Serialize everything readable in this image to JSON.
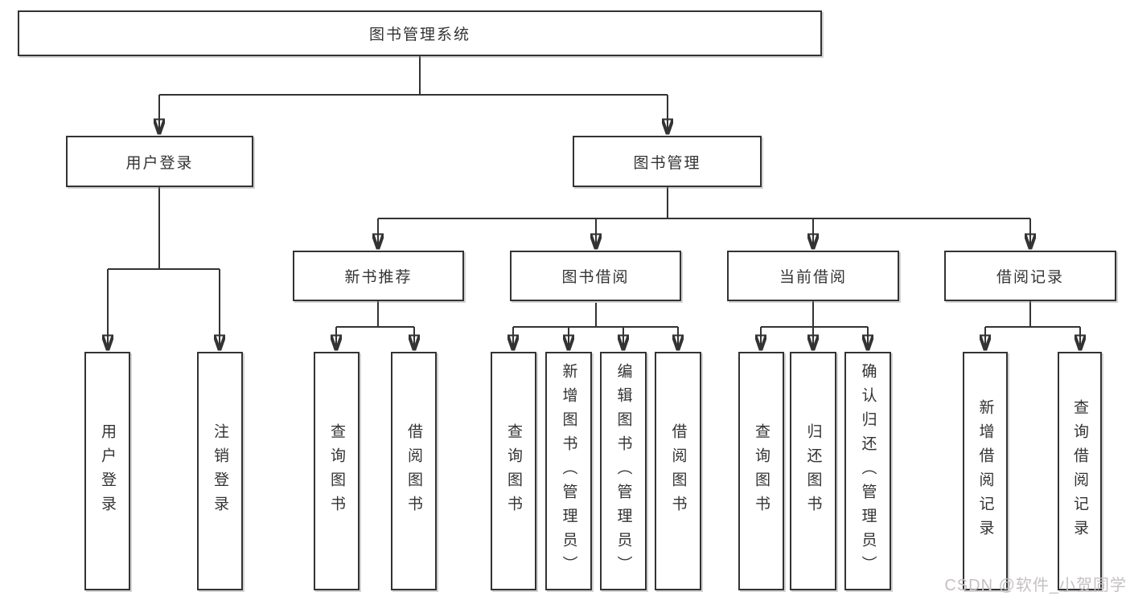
{
  "tree": {
    "root": {
      "label": "图书管理系统"
    },
    "branches": [
      {
        "label": "用户登录",
        "children": [
          {
            "label": "用户登录"
          },
          {
            "label": "注销登录"
          }
        ]
      },
      {
        "label": "图书管理",
        "children": [
          {
            "label": "新书推荐",
            "children": [
              {
                "label": "查询图书"
              },
              {
                "label": "借阅图书"
              }
            ]
          },
          {
            "label": "图书借阅",
            "children": [
              {
                "label": "查询图书"
              },
              {
                "label": "新增图书（管理员）"
              },
              {
                "label": "编辑图书（管理员）"
              },
              {
                "label": "借阅图书"
              }
            ]
          },
          {
            "label": "当前借阅",
            "children": [
              {
                "label": "查询图书"
              },
              {
                "label": "归还图书"
              },
              {
                "label": "确认归还（管理员）"
              }
            ]
          },
          {
            "label": "借阅记录",
            "children": [
              {
                "label": "新增借阅记录"
              },
              {
                "label": "查询借阅记录"
              }
            ]
          }
        ]
      }
    ]
  },
  "watermark": "CSDN @软件_小贺同学",
  "colors": {
    "line": "#333333",
    "box_border": "#333333",
    "box_background": "#ffffff",
    "text": "#333333",
    "watermark": "#c6c0c3"
  }
}
